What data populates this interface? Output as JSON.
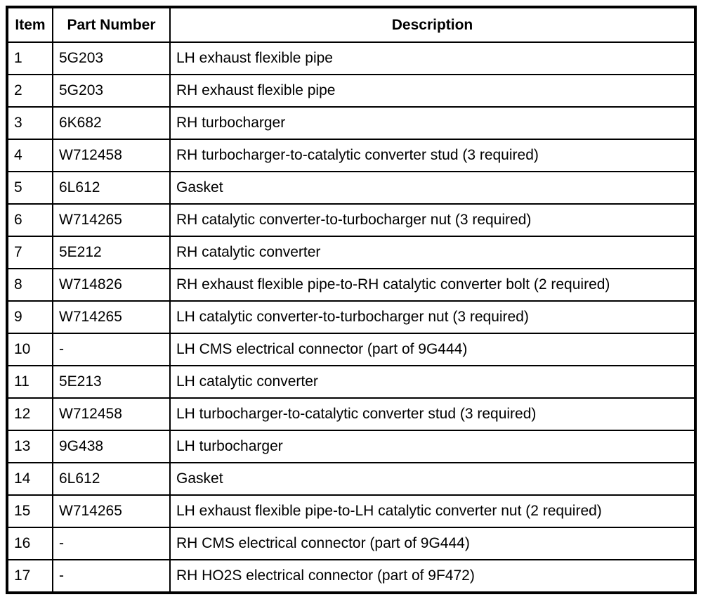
{
  "table": {
    "columns": [
      {
        "key": "item",
        "label": "Item"
      },
      {
        "key": "part_number",
        "label": "Part Number"
      },
      {
        "key": "description",
        "label": "Description"
      }
    ],
    "rows": [
      {
        "item": "1",
        "part_number": "5G203",
        "description": "LH exhaust flexible pipe"
      },
      {
        "item": "2",
        "part_number": "5G203",
        "description": "RH exhaust flexible pipe"
      },
      {
        "item": "3",
        "part_number": "6K682",
        "description": "RH turbocharger"
      },
      {
        "item": "4",
        "part_number": "W712458",
        "description": "RH turbocharger-to-catalytic converter stud (3 required)"
      },
      {
        "item": "5",
        "part_number": "6L612",
        "description": "Gasket"
      },
      {
        "item": "6",
        "part_number": "W714265",
        "description": "RH catalytic converter-to-turbocharger nut (3 required)"
      },
      {
        "item": "7",
        "part_number": "5E212",
        "description": "RH catalytic converter"
      },
      {
        "item": "8",
        "part_number": "W714826",
        "description": "RH exhaust flexible pipe-to-RH catalytic converter bolt (2 required)"
      },
      {
        "item": "9",
        "part_number": "W714265",
        "description": "LH catalytic converter-to-turbocharger nut (3 required)"
      },
      {
        "item": "10",
        "part_number": "-",
        "description": "LH CMS electrical connector (part of 9G444)"
      },
      {
        "item": "11",
        "part_number": "5E213",
        "description": "LH catalytic converter"
      },
      {
        "item": "12",
        "part_number": "W712458",
        "description": "LH turbocharger-to-catalytic converter stud (3 required)"
      },
      {
        "item": "13",
        "part_number": "9G438",
        "description": "LH turbocharger"
      },
      {
        "item": "14",
        "part_number": "6L612",
        "description": "Gasket"
      },
      {
        "item": "15",
        "part_number": "W714265",
        "description": "LH exhaust flexible pipe-to-LH catalytic converter nut (2 required)"
      },
      {
        "item": "16",
        "part_number": "-",
        "description": "RH CMS electrical connector (part of 9G444)"
      },
      {
        "item": "17",
        "part_number": "-",
        "description": "RH HO2S electrical connector (part of 9F472)"
      }
    ]
  },
  "colors": {
    "border": "#000000",
    "text": "#000000",
    "background": "#ffffff"
  }
}
